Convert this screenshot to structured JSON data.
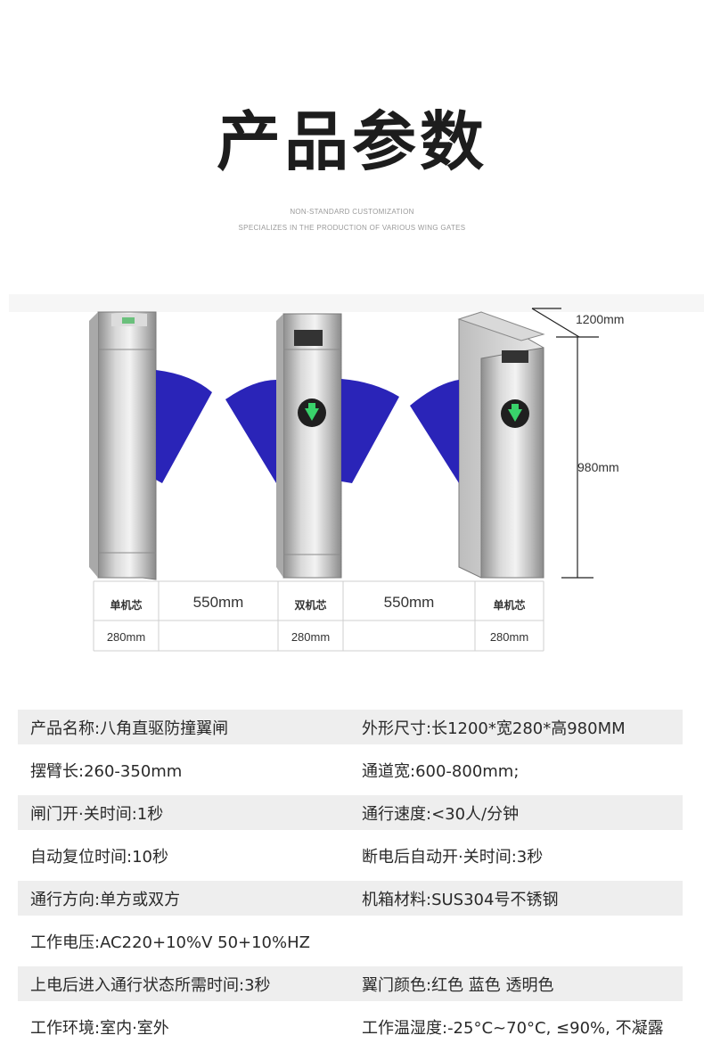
{
  "header": {
    "title": "产品参数",
    "subtitle_line1": "NON-STANDARD CUSTOMIZATION",
    "subtitle_line2": "SPECIALIZES IN THE PRODUCTION OF VARIOUS WING GATES"
  },
  "diagram": {
    "dim_length": "1200mm",
    "dim_height": "980mm",
    "table_top": [
      "单机芯",
      "550mm",
      "双机芯",
      "550mm",
      "单机芯"
    ],
    "table_bottom": [
      "280mm",
      "",
      "280mm",
      "",
      "280mm"
    ],
    "wing_color": "#2a24b8",
    "arrow_color": "#39d26b"
  },
  "specs": [
    {
      "left": "产品名称:八角直驱防撞翼闸",
      "right": "外形尺寸:长1200*宽280*高980MM"
    },
    {
      "left": "摆臂长:260-350mm",
      "right": "通道宽:600-800mm;"
    },
    {
      "left": "闸门开·关时间:1秒",
      "right": "通行速度:<30人/分钟"
    },
    {
      "left": "自动复位时间:10秒",
      "right": "断电后自动开·关时间:3秒"
    },
    {
      "left": "通行方向:单方或双方",
      "right": "机箱材料:SUS304号不锈钢"
    },
    {
      "left": "工作电压:AC220+10%V 50+10%HZ",
      "right": ""
    },
    {
      "left": "上电后进入通行状态所需时间:3秒",
      "right": "翼门颜色:红色 蓝色 透明色"
    },
    {
      "left": "工作环境:室内·室外",
      "right": "工作温湿度:-25°C~70°C, ≤90%, 不凝露"
    }
  ]
}
